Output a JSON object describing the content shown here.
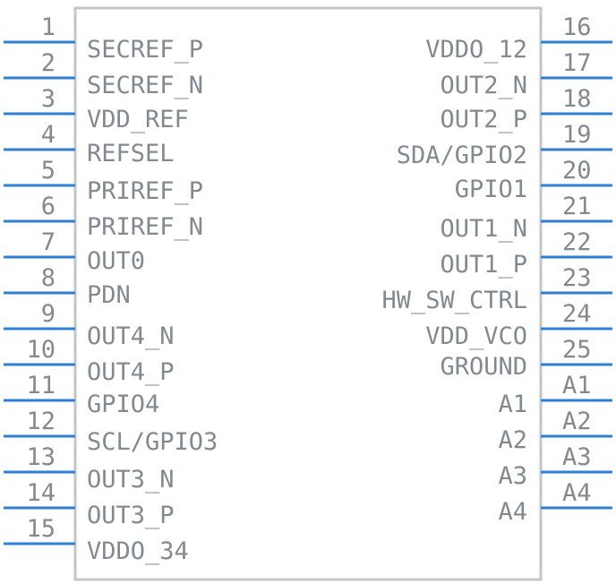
{
  "colors": {
    "pin_line": "#2f7fd9",
    "body_outline": "#c6c6c6",
    "text": "#838a8f",
    "background": "#ffffff"
  },
  "left_pins": [
    {
      "number": "1",
      "label": "SECREF_P"
    },
    {
      "number": "2",
      "label": "SECREF_N"
    },
    {
      "number": "3",
      "label": "VDD_REF"
    },
    {
      "number": "4",
      "label": "REFSEL"
    },
    {
      "number": "5",
      "label": "PRIREF_P"
    },
    {
      "number": "6",
      "label": "PRIREF_N"
    },
    {
      "number": "7",
      "label": "OUT0"
    },
    {
      "number": "8",
      "label": "PDN"
    },
    {
      "number": "9",
      "label": "OUT4_N"
    },
    {
      "number": "10",
      "label": "OUT4_P"
    },
    {
      "number": "11",
      "label": "GPIO4"
    },
    {
      "number": "12",
      "label": "SCL/GPIO3"
    },
    {
      "number": "13",
      "label": "OUT3_N"
    },
    {
      "number": "14",
      "label": "OUT3_P"
    },
    {
      "number": "15",
      "label": "VDDO_34"
    }
  ],
  "right_pins": [
    {
      "number": "16",
      "label": "VDDO_12"
    },
    {
      "number": "17",
      "label": "OUT2_N"
    },
    {
      "number": "18",
      "label": "OUT2_P"
    },
    {
      "number": "19",
      "label": "SDA/GPIO2"
    },
    {
      "number": "20",
      "label": "GPIO1"
    },
    {
      "number": "21",
      "label": "OUT1_N"
    },
    {
      "number": "22",
      "label": "OUT1_P"
    },
    {
      "number": "23",
      "label": "HW_SW_CTRL"
    },
    {
      "number": "24",
      "label": "VDD_VCO"
    },
    {
      "number": "25",
      "label": "GROUND"
    },
    {
      "number": "A1",
      "label": "A1"
    },
    {
      "number": "A2",
      "label": "A2"
    },
    {
      "number": "A3",
      "label": "A3"
    },
    {
      "number": "A4",
      "label": "A4"
    }
  ]
}
